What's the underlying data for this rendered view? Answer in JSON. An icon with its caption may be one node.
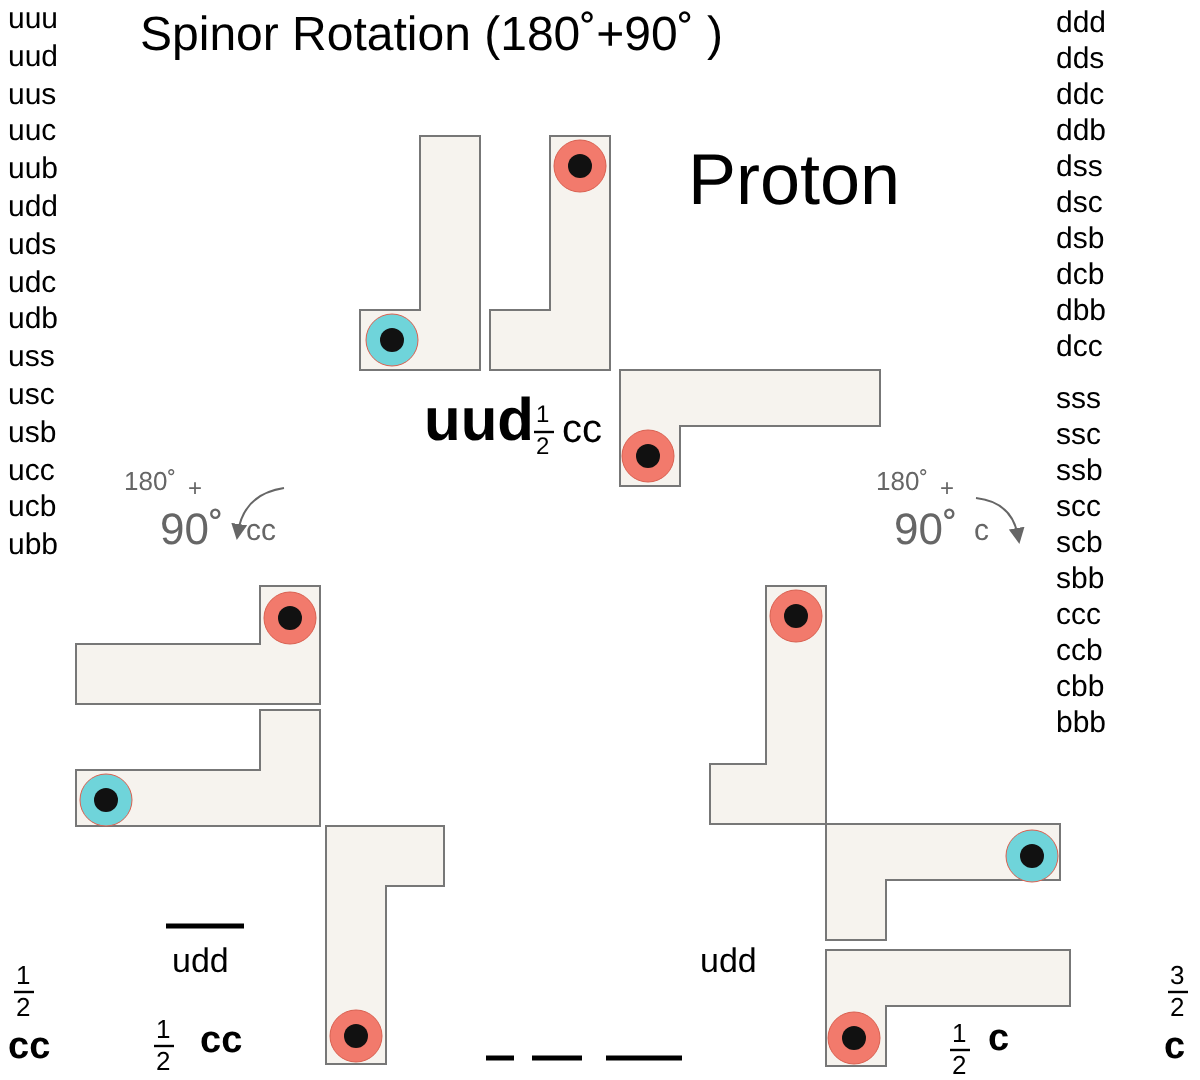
{
  "diagram": {
    "title": "Spinor Rotation (180˚+90˚ )",
    "labels": [
      "uuu",
      "uud",
      "uus",
      "uuc",
      "uub",
      "udd",
      "uds",
      "udc",
      "udb",
      "uss",
      "usc",
      "usb",
      "ucc",
      "ucb",
      "ubb",
      "ddd",
      "dds",
      "ddc",
      "ddb",
      "dss",
      "dsc",
      "dsb",
      "dcb",
      "dbb",
      "dcc",
      "sss",
      "ssc",
      "ssb",
      "scc",
      "scb",
      "sbb",
      "ccc",
      "ccb",
      "cbb",
      "bbb",
      "Proton",
      "uud",
      "1",
      "2",
      "cc",
      "180˚",
      "+",
      "90˚",
      "cc",
      "180˚",
      "+",
      "90˚",
      "c",
      "1",
      "2",
      "cc",
      "udd",
      "1",
      "2",
      "cc",
      "udd",
      "1",
      "2",
      "c",
      "3",
      "2",
      "c"
    ]
  }
}
